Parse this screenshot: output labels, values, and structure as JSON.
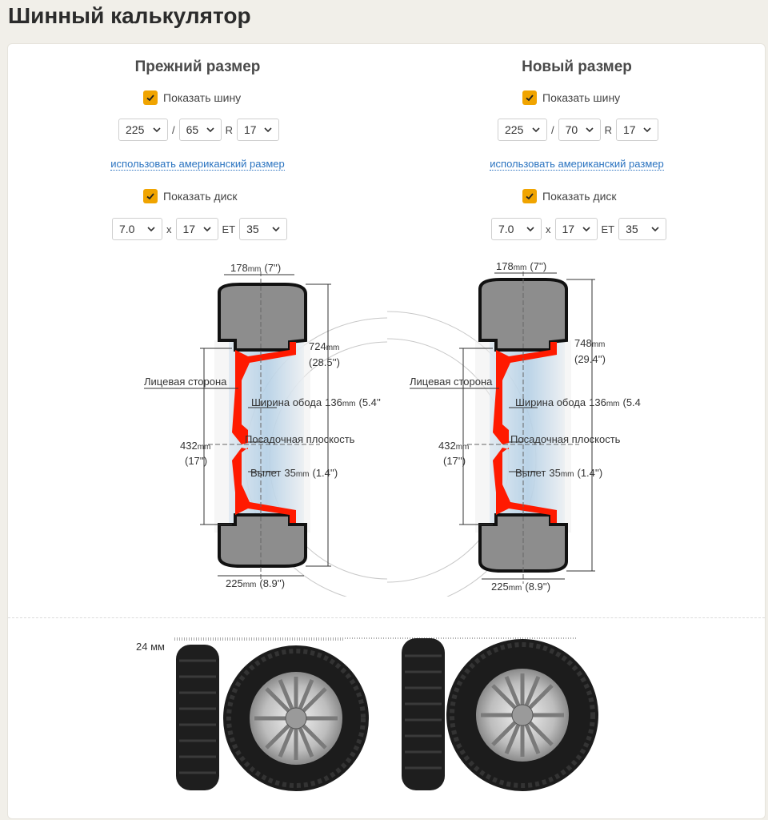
{
  "page": {
    "title": "Шинный калькулятор"
  },
  "left": {
    "heading": "Прежний размер",
    "show_tire_label": "Показать шину",
    "tire": {
      "width": "225",
      "slash": "/",
      "profile": "65",
      "r": "R",
      "rim": "17"
    },
    "us_link": "использовать американский размер",
    "show_disc_label": "Показать диск",
    "disc": {
      "width": "7.0",
      "x": "x",
      "diameter": "17",
      "et_label": "ET",
      "et": "35"
    },
    "diagram": {
      "rim_width_top": "178",
      "rim_width_top_in": "(7'')",
      "outer_dia": "724",
      "outer_dia_in": "(28.5'')",
      "face_label": "Лицевая сторона",
      "rim_width_label": "Ширина обода",
      "rim_width_val": "136",
      "rim_width_in": "(5.4''",
      "mount_label": "Посадочная плоскость",
      "rim_dia": "432",
      "rim_dia_in": "(17'')",
      "offset_label": "Вылет",
      "offset_val": "35",
      "offset_in": "(1.4'')",
      "tire_width": "225",
      "tire_width_in": "(8.9'')",
      "unit": "mm"
    }
  },
  "right": {
    "heading": "Новый размер",
    "show_tire_label": "Показать шину",
    "tire": {
      "width": "225",
      "slash": "/",
      "profile": "70",
      "r": "R",
      "rim": "17"
    },
    "us_link": "использовать американский размер",
    "show_disc_label": "Показать диск",
    "disc": {
      "width": "7.0",
      "x": "x",
      "diameter": "17",
      "et_label": "ET",
      "et": "35"
    },
    "diagram": {
      "rim_width_top": "178",
      "rim_width_top_in": "(7'')",
      "outer_dia": "748",
      "outer_dia_in": "(29.4'')",
      "face_label": "Лицевая сторона",
      "rim_width_label": "Ширина обода",
      "rim_width_val": "136",
      "rim_width_in": "(5.4",
      "mount_label": "Посадочная плоскость",
      "rim_dia": "432",
      "rim_dia_in": "(17'')",
      "offset_label": "Вылет",
      "offset_val": "35",
      "offset_in": "(1.4'')",
      "tire_width": "225",
      "tire_width_in": "(8.9'')",
      "unit": "mm"
    }
  },
  "compare": {
    "diff_label": "24 мм"
  },
  "colors": {
    "accent": "#f0a400",
    "link": "#2a73c0",
    "rim_red": "#ff1a00"
  }
}
